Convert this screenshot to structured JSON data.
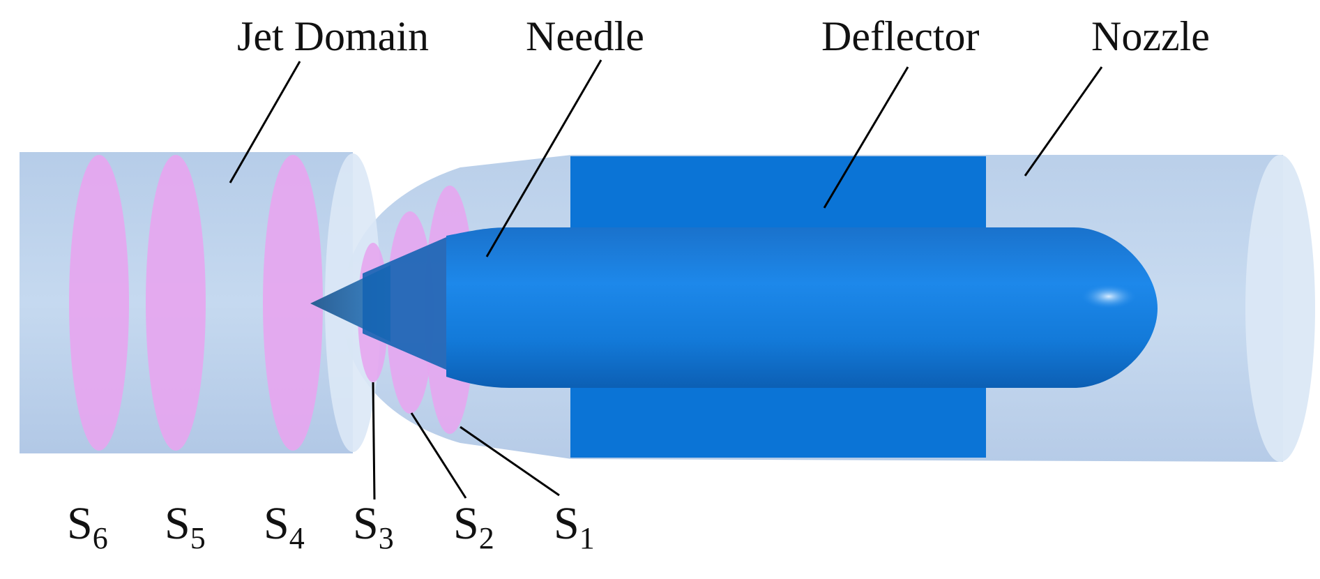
{
  "labels": {
    "jet_domain": "Jet Domain",
    "needle": "Needle",
    "deflector": "Deflector",
    "nozzle": "Nozzle"
  },
  "sections": [
    {
      "main": "S",
      "sub": "6"
    },
    {
      "main": "S",
      "sub": "5"
    },
    {
      "main": "S",
      "sub": "4"
    },
    {
      "main": "S",
      "sub": "3"
    },
    {
      "main": "S",
      "sub": "2"
    },
    {
      "main": "S",
      "sub": "1"
    }
  ],
  "colors": {
    "domain_fill": "#b9d0ea",
    "domain_end": "#dde9f6",
    "section_fill": "#e6a6ef",
    "deflector": "#0b74d6",
    "needle": "#1581e4",
    "leader": "#000000"
  }
}
